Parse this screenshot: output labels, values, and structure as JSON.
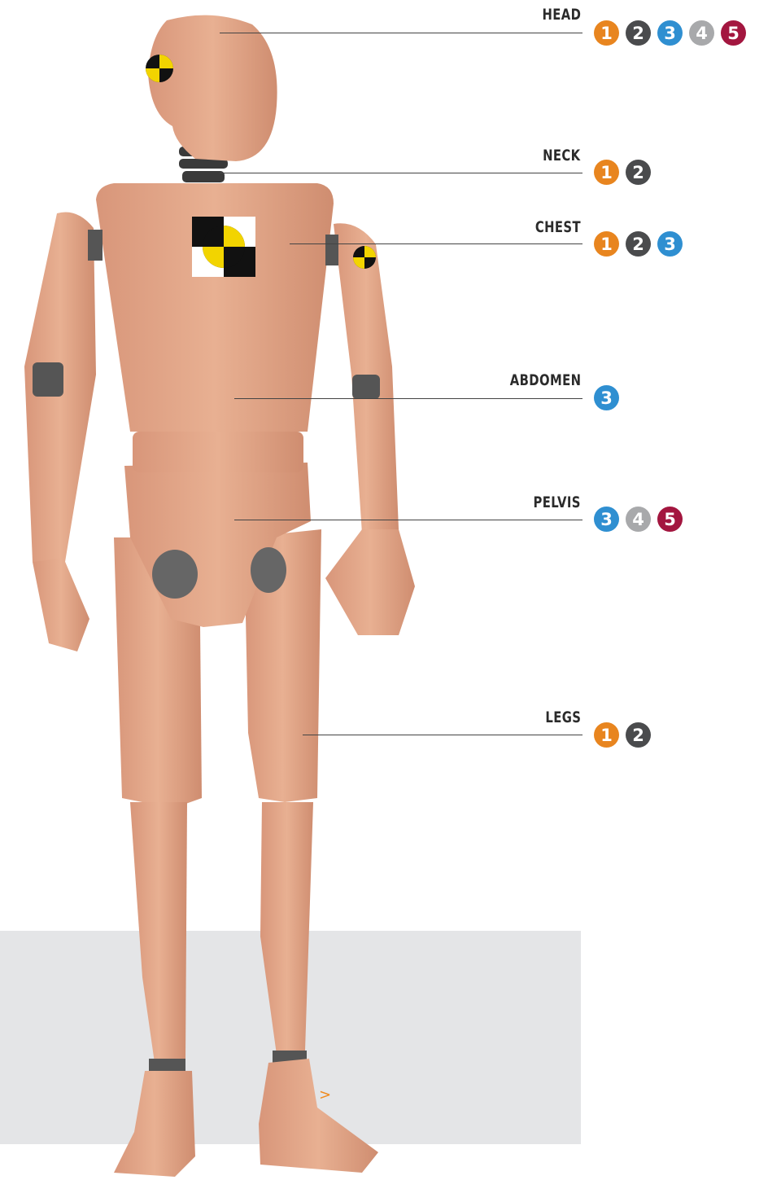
{
  "body_parts": [
    {
      "label": "HEAD",
      "badges": [
        "1",
        "2",
        "3",
        "4",
        "5"
      ]
    },
    {
      "label": "NECK",
      "badges": [
        "1",
        "2"
      ]
    },
    {
      "label": "CHEST",
      "badges": [
        "1",
        "2",
        "3"
      ]
    },
    {
      "label": "ABDOMEN",
      "badges": [
        "3"
      ]
    },
    {
      "label": "PELVIS",
      "badges": [
        "3",
        "4",
        "5"
      ]
    },
    {
      "label": "LEGS",
      "badges": [
        "1",
        "2"
      ]
    }
  ],
  "badge_colors": {
    "1": "#e8851f",
    "2": "#4a4b4d",
    "3": "#2f8fd1",
    "4": "#a8a9ab",
    "5": "#a3163f"
  },
  "skin_color": "#e0a383",
  "target_colors": {
    "yellow": "#f2d400",
    "black": "#111111"
  },
  "footer_arrow": ">"
}
